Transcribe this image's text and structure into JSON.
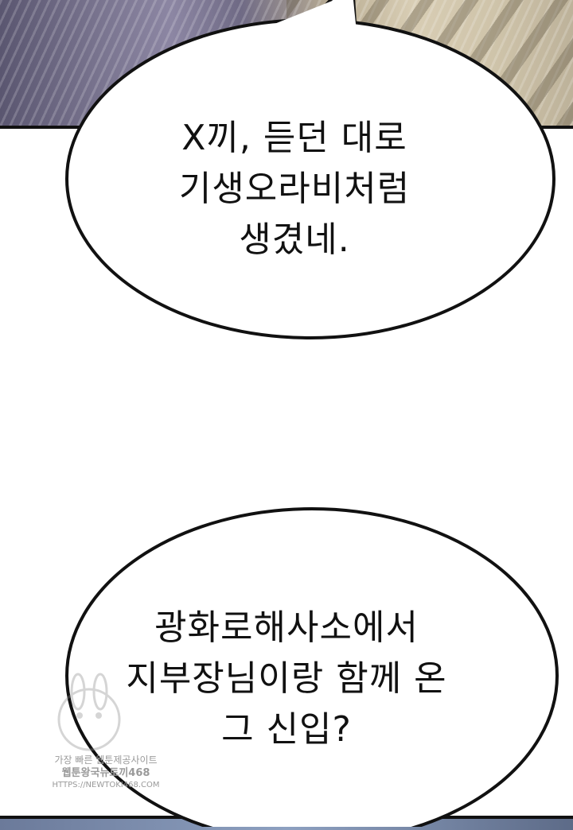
{
  "bubble_top": {
    "lines": [
      "X끼, 듣던 대로",
      "기생오라비처럼",
      "생겼네."
    ]
  },
  "bubble_bottom": {
    "lines": [
      "광화로해사소에서",
      "지부장님이랑 함께 온",
      "그 신입?"
    ]
  },
  "watermark": {
    "line1": "가장 빠른 웹툰제공사이트",
    "line2": "웹툰왕국뉴토끼468",
    "line3": "HTTPS://NEWTOKI468.COM"
  }
}
